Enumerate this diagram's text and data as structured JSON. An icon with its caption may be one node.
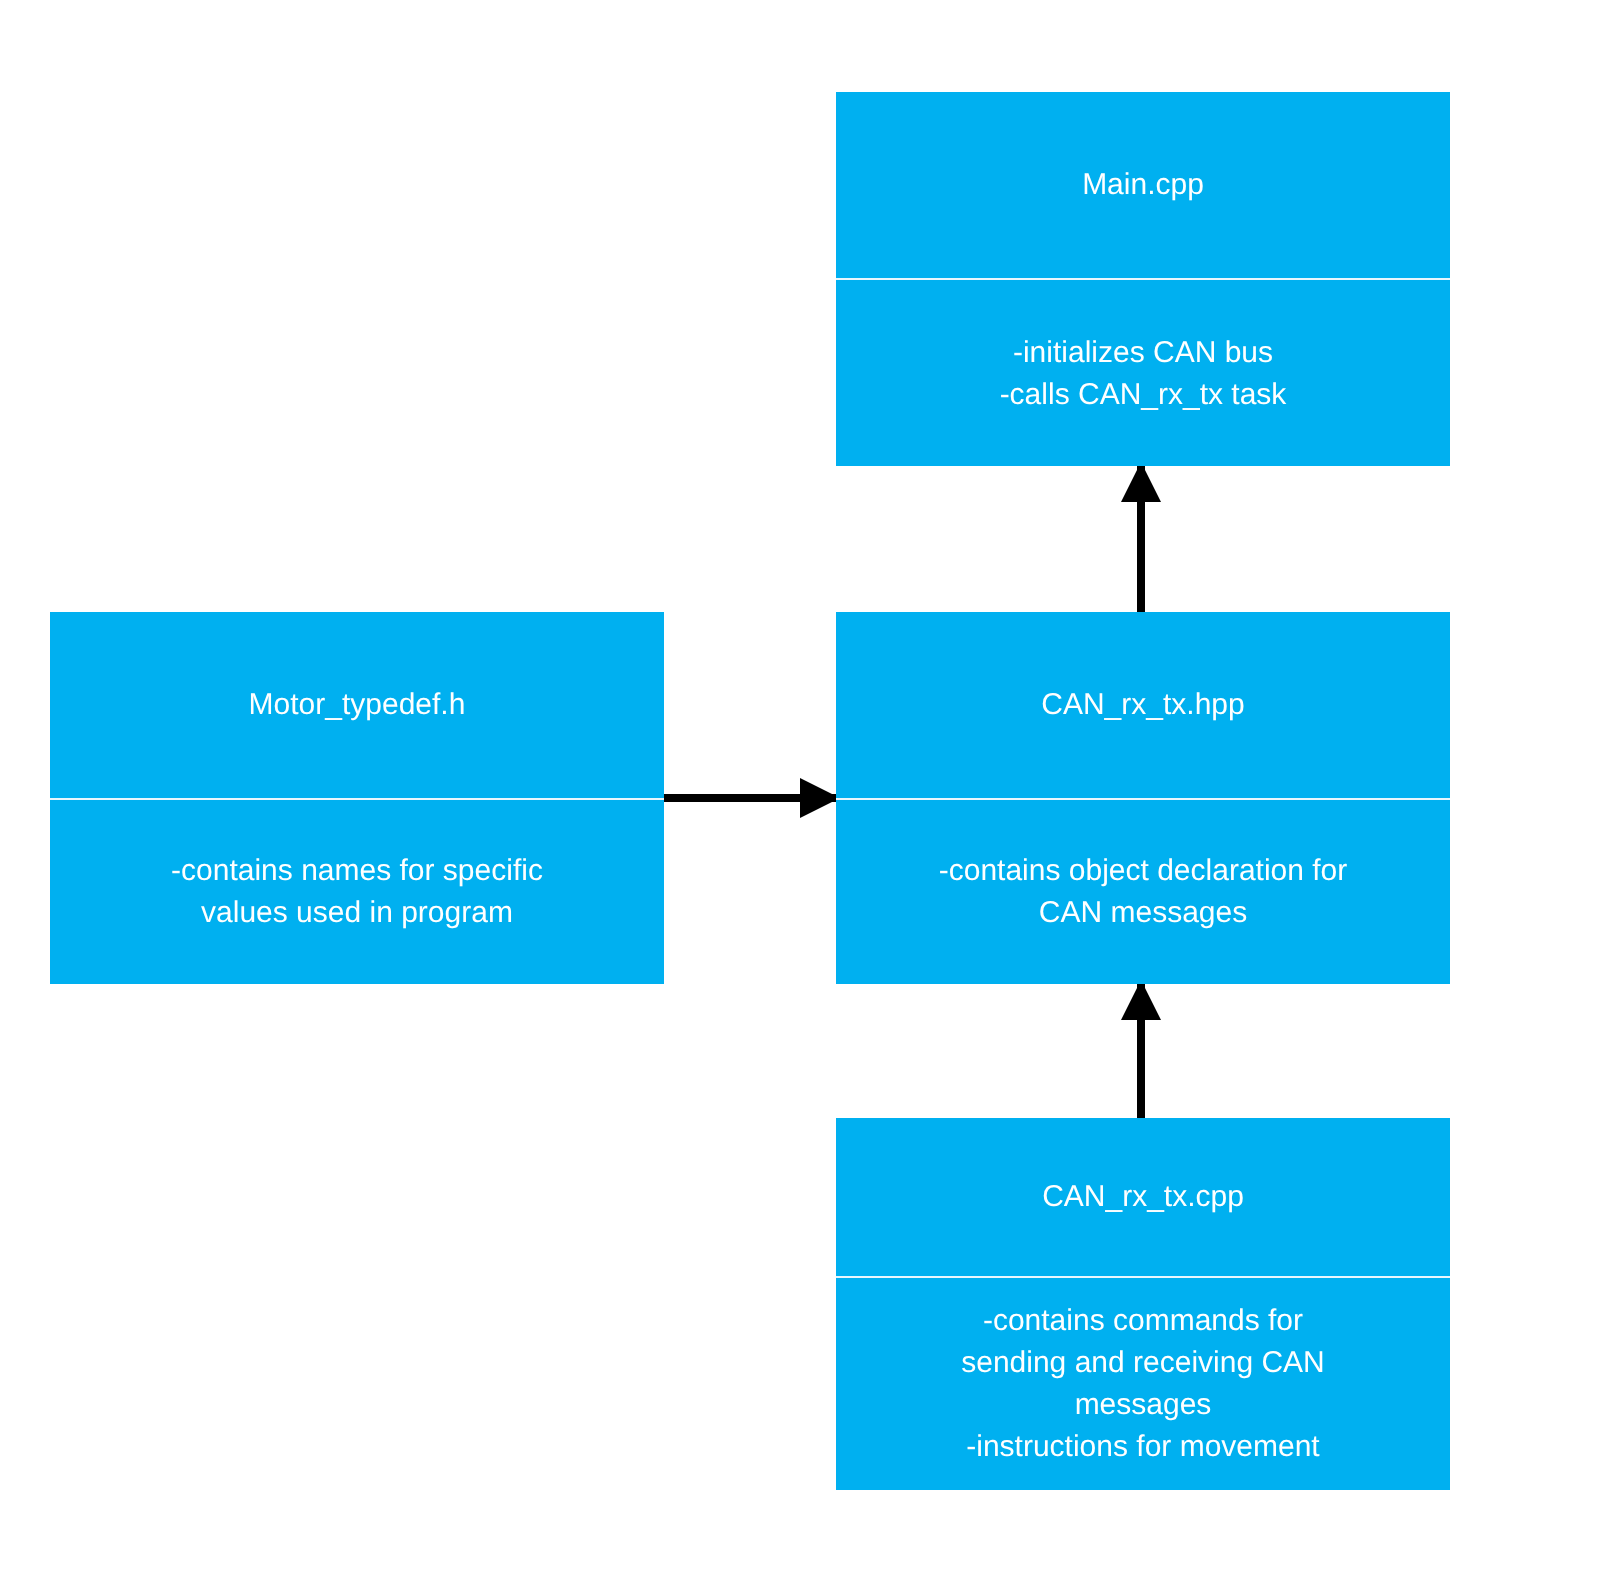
{
  "diagram": {
    "nodes": [
      {
        "text": [
          "Main.cpp",
          "-initializes CAN bus",
          "-calls CAN_rx_tx task"
        ]
      },
      {
        "text": [
          "Motor_typedef.h",
          "-contains names for specific values used in program"
        ]
      },
      {
        "text": [
          "CAN_rx_tx.hpp",
          "-contains object declaration for CAN messages"
        ]
      },
      {
        "text": [
          "CAN_rx_tx.cpp",
          "-contains commands for sending and receiving CAN messages",
          "-instructions for movement"
        ]
      }
    ],
    "edges": [
      {
        "from": 1,
        "to": 2,
        "arrow": "to"
      },
      {
        "from": 2,
        "to": 0,
        "arrow": "to"
      },
      {
        "from": 3,
        "to": 2,
        "arrow": "to"
      }
    ]
  }
}
